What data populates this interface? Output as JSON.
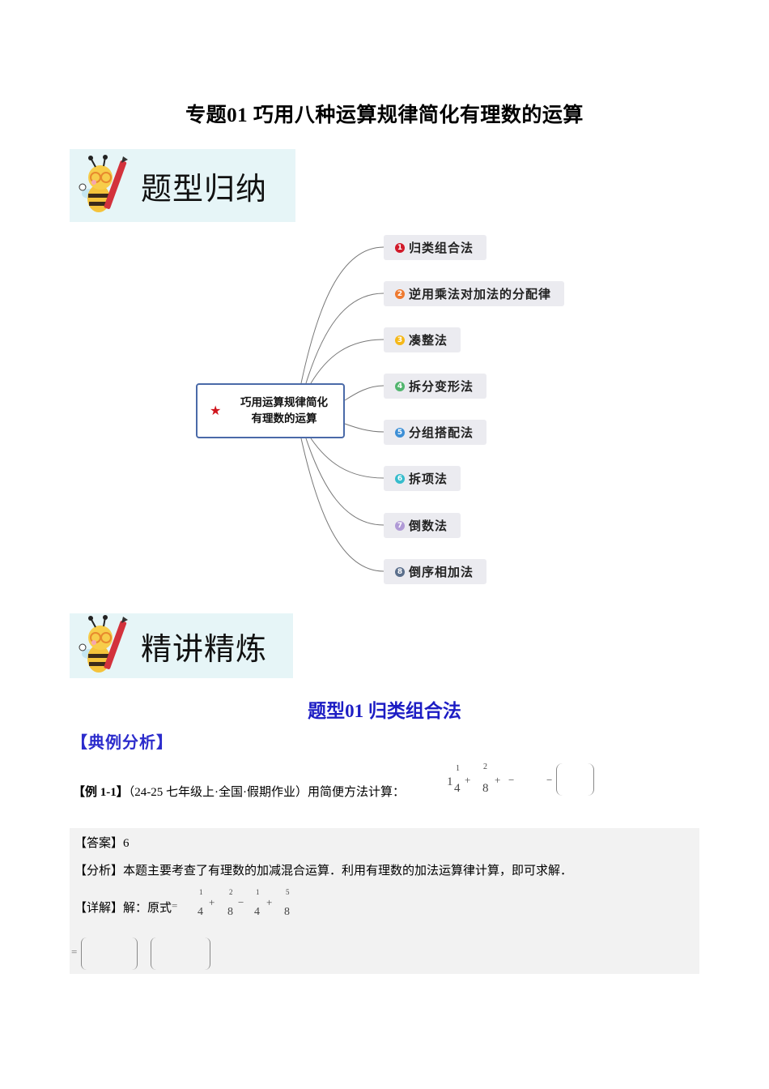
{
  "document": {
    "title": "专题01 巧用八种运算规律简化有理数的运算"
  },
  "banners": [
    {
      "label": "题型归纳",
      "icon": "bee-pencil-icon"
    },
    {
      "label": "精讲精炼",
      "icon": "bee-pencil-icon"
    }
  ],
  "mindmap": {
    "center": {
      "icon": "star-icon",
      "line1": "巧用运算规律简化",
      "line2": "有理数的运算",
      "icon_color": "#d0151d",
      "border_color": "#4a6aa8"
    },
    "nodes": [
      {
        "num": "1",
        "label": "归类组合法",
        "color": "#d11a2a"
      },
      {
        "num": "2",
        "label": "逆用乘法对加法的分配律",
        "color": "#ee7a30"
      },
      {
        "num": "3",
        "label": "凑整法",
        "color": "#f5b818"
      },
      {
        "num": "4",
        "label": "拆分变形法",
        "color": "#52b56e"
      },
      {
        "num": "5",
        "label": "分组搭配法",
        "color": "#3d8fd6"
      },
      {
        "num": "6",
        "label": "拆项法",
        "color": "#36bccc"
      },
      {
        "num": "7",
        "label": "倒数法",
        "color": "#b09ad6"
      },
      {
        "num": "8",
        "label": "倒序相加法",
        "color": "#5b6f8c"
      }
    ]
  },
  "section": {
    "heading": "题型01 归类组合法",
    "subheading": "【典例分析】",
    "heading_color": "#1d1dc4"
  },
  "example": {
    "label": "【例 1-1】",
    "source": "（24-25 七年级上·全国·假期作业）用简便方法计算：",
    "formula": {
      "whole": "1",
      "f1_num": "1",
      "f1_den": "4",
      "op1": "+",
      "f2_num": "2",
      "f2_den": "8",
      "op2": "+",
      "op3": "−",
      "op4": "−"
    }
  },
  "answer": {
    "answer_label": "【答案】",
    "answer_value": "6",
    "analysis_label": "【分析】",
    "analysis_text": "本题主要考查了有理数的加减混合运算．利用有理数的加法运算律计算，即可求解．",
    "detail_label": "【详解】",
    "detail_text": "解：原式",
    "detail_eq": "=",
    "detail_terms": [
      {
        "num": "1",
        "den": "4",
        "op": "+"
      },
      {
        "num": "2",
        "den": "8",
        "op": "−"
      },
      {
        "num": "1",
        "den": "4",
        "op": "+"
      },
      {
        "num": "5",
        "den": "8",
        "op": ""
      }
    ],
    "step2_eq": "="
  }
}
